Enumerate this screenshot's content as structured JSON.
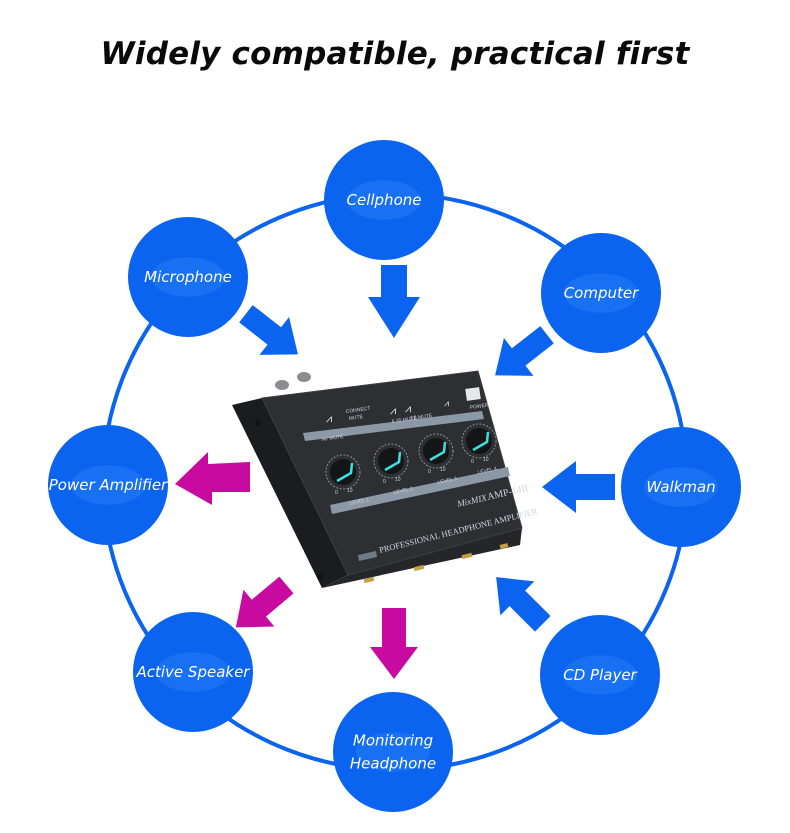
{
  "title": "Widely compatible, practical first",
  "colors": {
    "node_fill": "#0a64f0",
    "ring_stroke": "#0a64f0",
    "input_arrow": "#0a64f0",
    "output_arrow": "#c80aa0",
    "device_body": "#2a2c30"
  },
  "nodes": [
    {
      "id": "cellphone",
      "label": [
        "Cellphone"
      ],
      "direction": "input"
    },
    {
      "id": "microphone",
      "label": [
        "Microphone"
      ],
      "direction": "input"
    },
    {
      "id": "computer",
      "label": [
        "Computer"
      ],
      "direction": "input"
    },
    {
      "id": "power-amplifier",
      "label": [
        "Power Amplifier"
      ],
      "direction": "output"
    },
    {
      "id": "walkman",
      "label": [
        "Walkman"
      ],
      "direction": "input"
    },
    {
      "id": "active-speaker",
      "label": [
        "Active Speaker"
      ],
      "direction": "output"
    },
    {
      "id": "monitoring-headphone",
      "label": [
        "Monitoring",
        "Headphone"
      ],
      "direction": "output"
    },
    {
      "id": "cd-player",
      "label": [
        "CD Player"
      ],
      "direction": "input"
    }
  ],
  "device": {
    "brand": "MixMIX",
    "model": "AMP-14II",
    "subtitle": "PROFESSIONAL HEADPHONE AMPLIFIER",
    "controls": {
      "av_mute": "AV MUTE",
      "connect_label": "CONNECT",
      "mute_label": "MUTE",
      "mute_635": "6.35 MUTE",
      "mute_35": "3.5 MUTE",
      "power": "POWER"
    },
    "knobs": [
      {
        "label": "LEVEL 1",
        "min": "0",
        "max": "10"
      },
      {
        "label": "LEVEL 2",
        "min": "0",
        "max": "10"
      },
      {
        "label": "LEVEL 3",
        "min": "0",
        "max": "10"
      },
      {
        "label": "LEVEL 4",
        "min": "0",
        "max": "10"
      }
    ]
  }
}
